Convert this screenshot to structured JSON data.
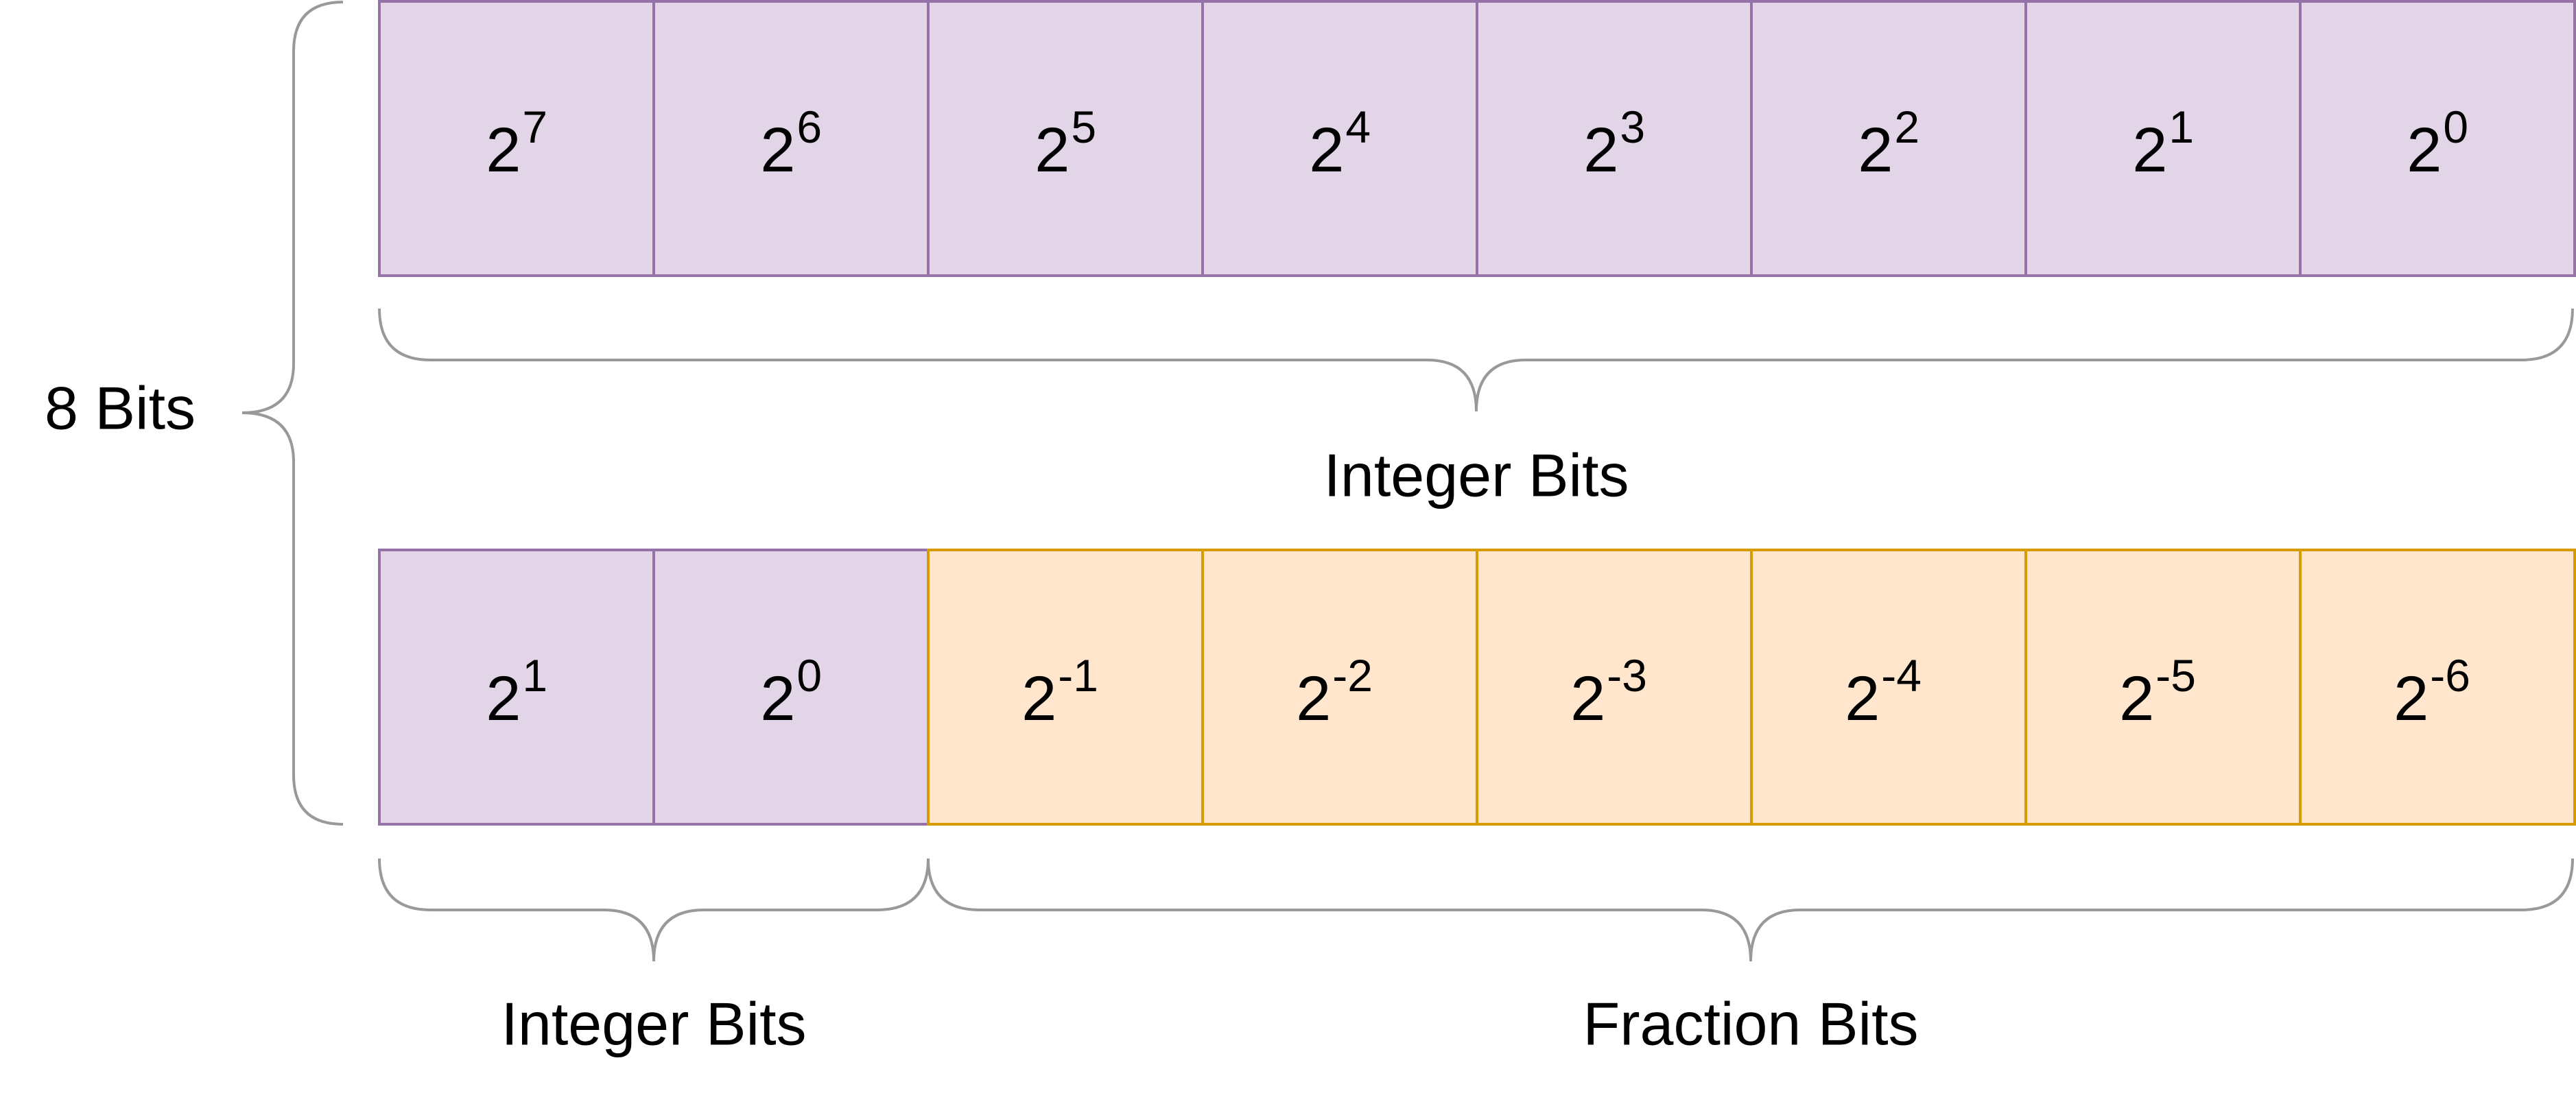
{
  "labels": {
    "total": "8 Bits",
    "top_group": "Integer Bits",
    "bottom_integer_group": "Integer Bits",
    "bottom_fraction_group": "Fraction Bits"
  },
  "rows": [
    {
      "name": "integer-only-row",
      "cells": [
        {
          "base": "2",
          "exp": "7",
          "kind": "integer"
        },
        {
          "base": "2",
          "exp": "6",
          "kind": "integer"
        },
        {
          "base": "2",
          "exp": "5",
          "kind": "integer"
        },
        {
          "base": "2",
          "exp": "4",
          "kind": "integer"
        },
        {
          "base": "2",
          "exp": "3",
          "kind": "integer"
        },
        {
          "base": "2",
          "exp": "2",
          "kind": "integer"
        },
        {
          "base": "2",
          "exp": "1",
          "kind": "integer"
        },
        {
          "base": "2",
          "exp": "0",
          "kind": "integer"
        }
      ]
    },
    {
      "name": "fixed-point-row",
      "cells": [
        {
          "base": "2",
          "exp": "1",
          "kind": "integer"
        },
        {
          "base": "2",
          "exp": "0",
          "kind": "integer"
        },
        {
          "base": "2",
          "exp": "-1",
          "kind": "fraction"
        },
        {
          "base": "2",
          "exp": "-2",
          "kind": "fraction"
        },
        {
          "base": "2",
          "exp": "-3",
          "kind": "fraction"
        },
        {
          "base": "2",
          "exp": "-4",
          "kind": "fraction"
        },
        {
          "base": "2",
          "exp": "-5",
          "kind": "fraction"
        },
        {
          "base": "2",
          "exp": "-6",
          "kind": "fraction"
        }
      ]
    }
  ],
  "colors": {
    "integer_fill": "#e1d5e7",
    "integer_stroke": "#9673a6",
    "fraction_fill": "#ffe6cc",
    "fraction_stroke": "#d79b00",
    "brace": "#999999",
    "text": "#000000"
  }
}
